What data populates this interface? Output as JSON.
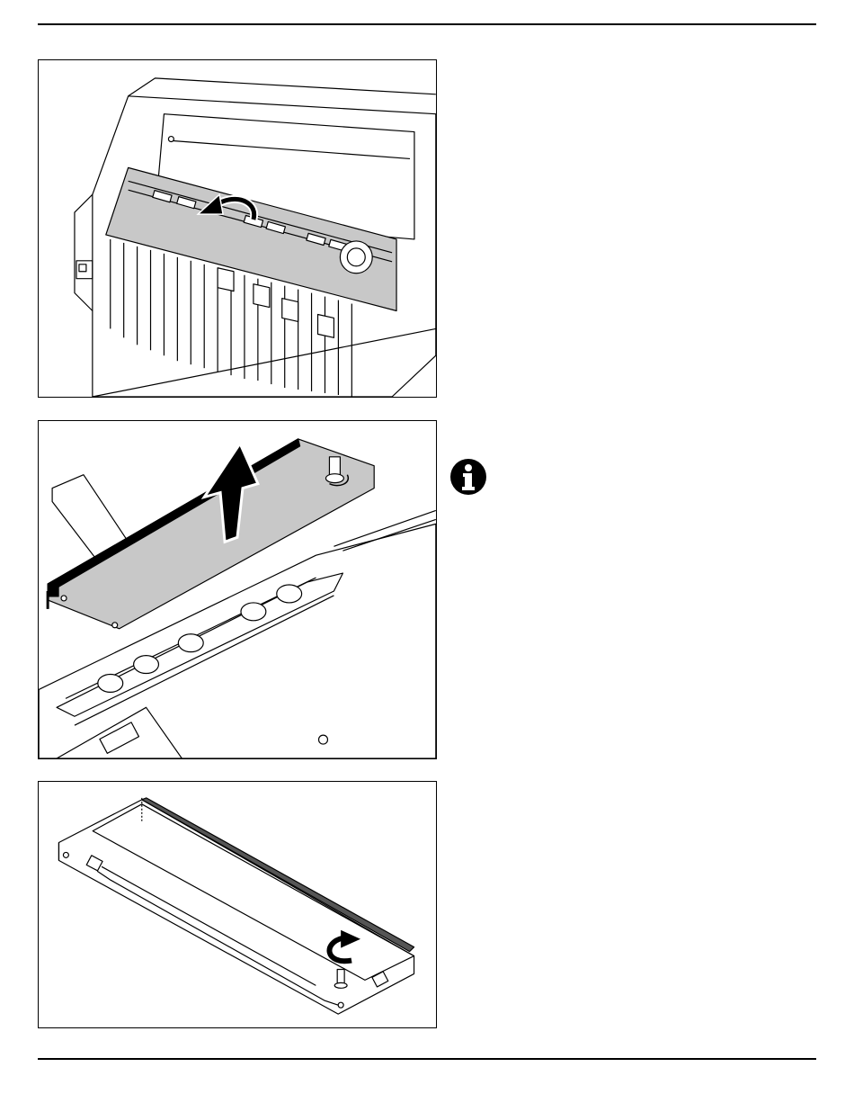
{
  "page": {
    "figures": [
      {
        "id": "figure-1",
        "icon": "arrow-icon"
      },
      {
        "id": "figure-2",
        "icon": "arrow-up-icon"
      },
      {
        "id": "figure-3",
        "icon": "rotate-arrow-icon"
      }
    ],
    "note_icon": "info-icon",
    "colors": {
      "line": "#000000",
      "shade": "#c8c8c8",
      "ribbon": "#555555",
      "background": "#ffffff"
    }
  }
}
